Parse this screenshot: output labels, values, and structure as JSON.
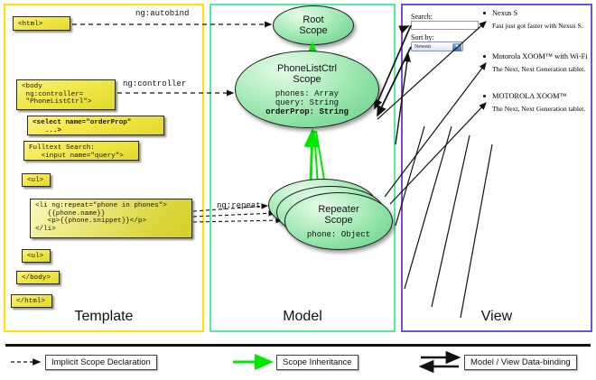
{
  "panels": [
    {
      "key": "template",
      "label": "Template",
      "border_color": "#ffe400"
    },
    {
      "key": "model",
      "label": "Model",
      "border_color": "#57eaa6"
    },
    {
      "key": "view",
      "label": "View",
      "border_color": "#6c4fe0"
    }
  ],
  "template": {
    "boxes": [
      {
        "name": "html-open-tag",
        "text": "<html>"
      },
      {
        "name": "body-controller-tag",
        "text": "<body\n ng:controller=\n \"PhoneListCtrl\">"
      },
      {
        "name": "select-orderprop-tag",
        "text": "<select name=\"orderProp\"\n   ...>"
      },
      {
        "name": "fulltext-search-input",
        "text": "Fulltext Search:\n   <input name=\"query\">"
      },
      {
        "name": "ul-open-tag",
        "text": "<ul>"
      },
      {
        "name": "li-ngrepeat-tag",
        "text": "<li ng:repeat=\"phone in phones\">\n   {{phone.name}}\n   <p>{{phone.snippet}}</p>\n</li>"
      },
      {
        "name": "ul-close-tag",
        "text": "<ul>"
      },
      {
        "name": "body-close-tag",
        "text": "</body>"
      },
      {
        "name": "html-close-tag",
        "text": "</html>"
      }
    ]
  },
  "model": {
    "scopes": [
      {
        "name": "root-scope",
        "title": "Root\nScope",
        "props": []
      },
      {
        "name": "phonelistctrl-scope",
        "title": "PhoneListCtrl\nScope",
        "props": [
          {
            "text": "phones: Array",
            "bold": false
          },
          {
            "text": "query: String",
            "bold": false
          },
          {
            "text": "orderProp: String",
            "bold": true
          }
        ]
      },
      {
        "name": "repeater-scope",
        "title": "Repeater\nScope",
        "props": [
          {
            "text": "phone: Object",
            "bold": false
          }
        ]
      }
    ]
  },
  "view": {
    "search_label": "Search:",
    "search_value": "",
    "search_placeholder": "",
    "sort_label": "Sort by:",
    "sort_selected": "Newest",
    "sort_options": [
      "Newest"
    ],
    "phones": [
      {
        "name": "Nexus S",
        "snippet": "Fast just got faster with Nexus S."
      },
      {
        "name": "Motorola XOOM™ with Wi-Fi",
        "snippet": "The Next, Next Generation tablet."
      },
      {
        "name": "MOTOROLA XOOM™",
        "snippet": "The Next, Next Generation tablet."
      }
    ]
  },
  "edge_labels": {
    "autobind": "ng:autobind",
    "controller": "ng:controller",
    "repeat": "ng:repeat"
  },
  "legend": [
    {
      "name": "legend-implicit-scope-declaration",
      "label": "Implicit Scope Declaration",
      "style": "dashed",
      "color": "#111111"
    },
    {
      "name": "legend-scope-inheritance",
      "label": "Scope Inheritance",
      "style": "solid",
      "color": "#00e800"
    },
    {
      "name": "legend-model-view-databinding",
      "label": "Model / View Data-binding",
      "style": "double",
      "color": "#111111"
    }
  ]
}
